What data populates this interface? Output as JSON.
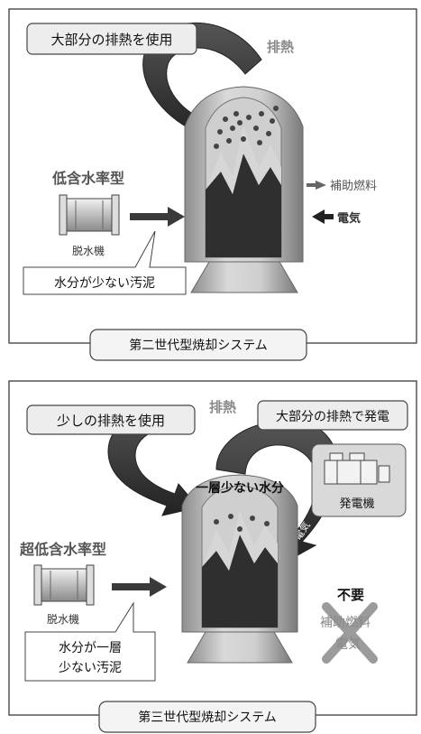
{
  "panel1": {
    "callout_top": "大部分の排熱を使用",
    "exhaust_label": "排熱",
    "dewater_type": "低含水率型",
    "dewater_machine": "脱水機",
    "sludge_label": "水分が少ない汚泥",
    "input_fuel": "補助燃料",
    "input_electricity": "電気",
    "system_title": "第二世代型焼却システム"
  },
  "panel2": {
    "callout_top": "少しの排熱を使用",
    "exhaust_label": "排熱",
    "power_callout": "大部分の排熱で発電",
    "generator_label": "発電機",
    "moisture_label": "一層少ない水分",
    "electric_arrow": "電気",
    "dewater_type": "超低含水率型",
    "dewater_machine": "脱水機",
    "sludge_line1": "水分が一層",
    "sludge_line2": "少ない汚泥",
    "unneeded_label": "不要",
    "crossed_fuel": "補助燃料",
    "crossed_electricity": "電気",
    "system_title": "第三世代型焼却システム"
  },
  "colors": {
    "arrow_dark": "#3a3a3a",
    "furnace_body": "#b9b9b9",
    "fill_dark": "#2f2f2f",
    "mountain_light": "#d6d6d6",
    "cross_gray": "#8a8a8a"
  }
}
